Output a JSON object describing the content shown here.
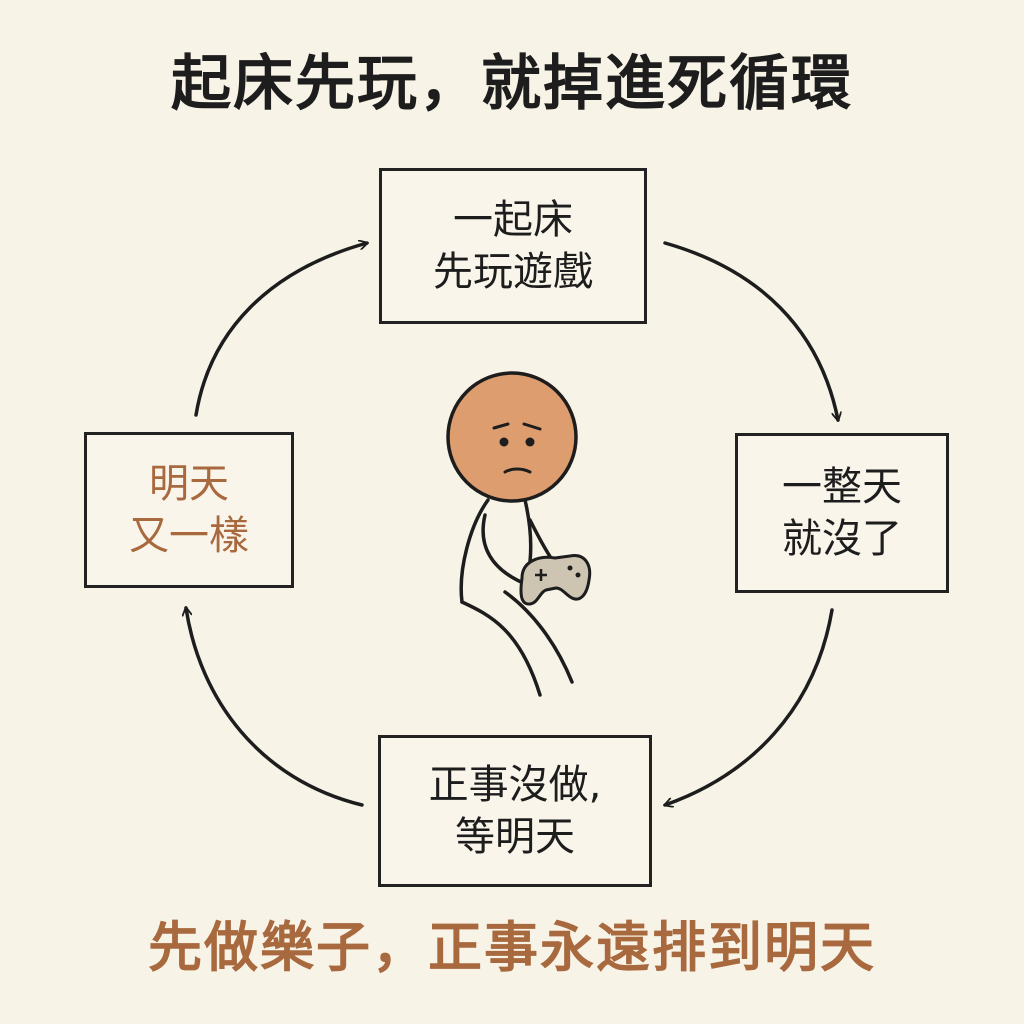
{
  "title": "起床先玩，就掉進死循環",
  "footer": "先做樂子，正事永遠排到明天",
  "cycle": [
    {
      "lines": [
        "一起床",
        "先玩遊戲"
      ]
    },
    {
      "lines": [
        "一整天",
        "就沒了"
      ]
    },
    {
      "lines": [
        "正事沒做,",
        "等明天"
      ]
    },
    {
      "lines": [
        "明天",
        "又一樣"
      ]
    }
  ],
  "colors": {
    "background": "#f8f3e7",
    "ink": "#1d1d1d",
    "accent": "#a8693f",
    "face": "#dd9d6f",
    "controller": "#cdc4b2"
  },
  "icons": {
    "center_figure": "sad-stick-figure-icon",
    "controller": "game-controller-icon"
  }
}
